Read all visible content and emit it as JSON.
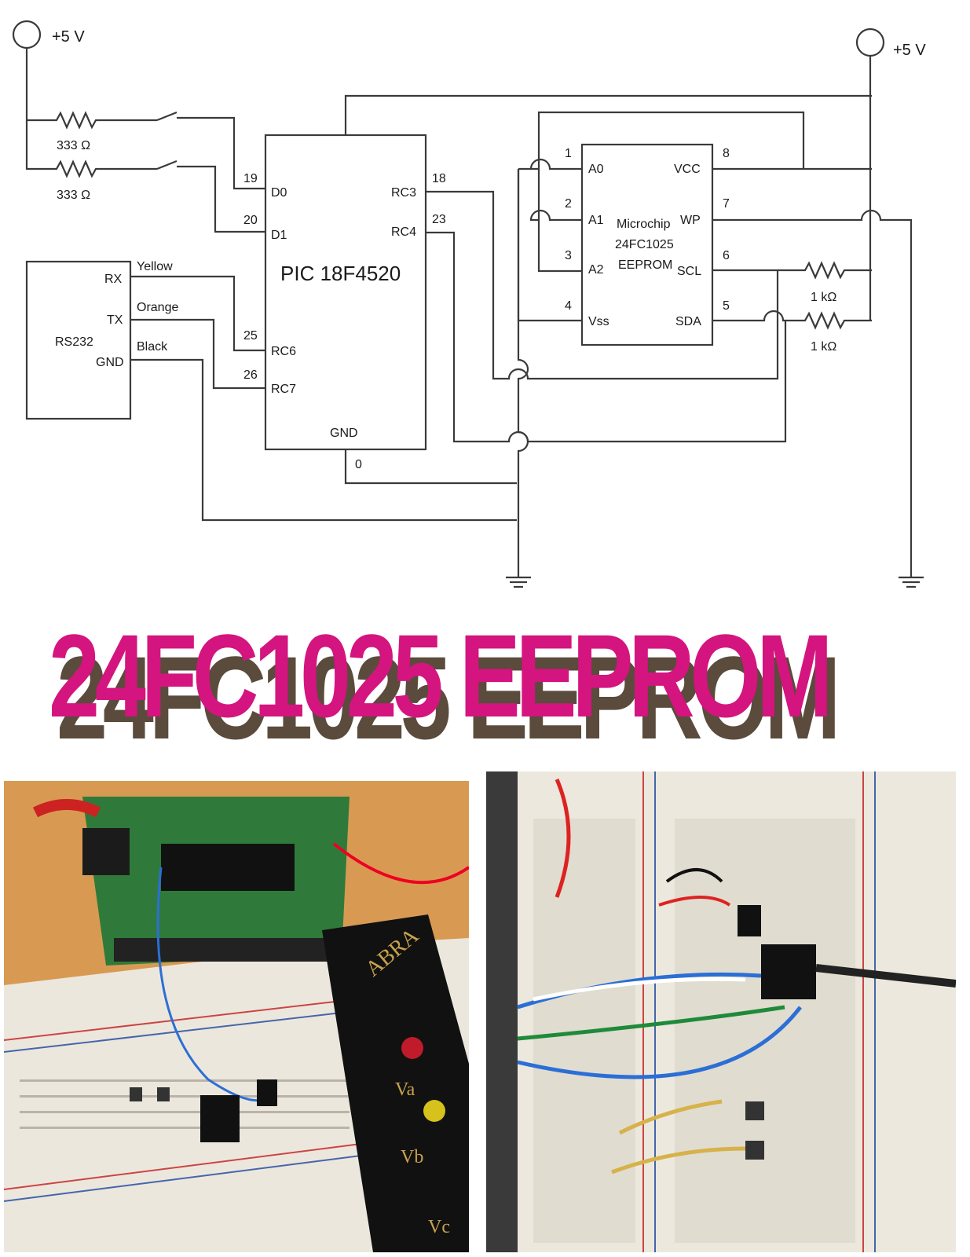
{
  "title": "24FC1025 EEPROM",
  "schematic": {
    "power_left": "+5 V",
    "power_right": "+5 V",
    "resistor_top": "333 Ω",
    "resistor_bottom": "333 Ω",
    "pic_label": "PIC 18F4520",
    "pic_pins": {
      "d0": "D0",
      "d0_num": "19",
      "d1": "D1",
      "d1_num": "20",
      "rc6": "RC6",
      "rc6_num": "25",
      "rc7": "RC7",
      "rc7_num": "26",
      "rc3": "RC3",
      "rc3_num": "18",
      "rc4": "RC4",
      "rc4_num": "23",
      "gnd": "GND",
      "gnd_num": "0"
    },
    "rs232": {
      "label": "RS232",
      "rx": "RX",
      "tx": "TX",
      "gnd": "GND",
      "yellow": "Yellow",
      "orange": "Orange",
      "black": "Black"
    },
    "eeprom": {
      "line1": "Microchip",
      "line2": "24FC1025",
      "line3": "EEPROM",
      "a0": "A0",
      "a1": "A1",
      "a2": "A2",
      "vss": "Vss",
      "vcc": "VCC",
      "wp": "WP",
      "scl": "SCL",
      "sda": "SDA",
      "p1": "1",
      "p2": "2",
      "p3": "3",
      "p4": "4",
      "p5": "5",
      "p6": "6",
      "p7": "7",
      "p8": "8"
    },
    "pullup_top": "1 kΩ",
    "pullup_bottom": "1 kΩ"
  },
  "photos": {
    "left_brand": "ABRA",
    "left_va": "Va",
    "left_vb": "Vb",
    "left_vc": "Vc"
  },
  "colors": {
    "title": "#d4147f",
    "title_shadow": "#5a4b3c",
    "wire": "#3a3a3a"
  }
}
